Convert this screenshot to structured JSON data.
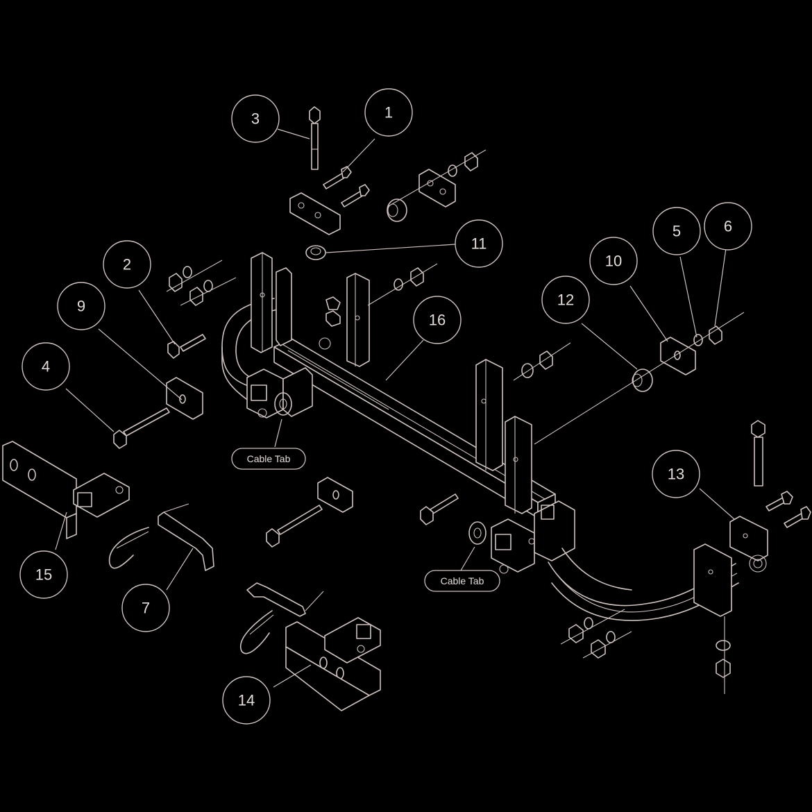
{
  "balloons": [
    {
      "id": "b1",
      "label": "1"
    },
    {
      "id": "b2",
      "label": "2"
    },
    {
      "id": "b3",
      "label": "3"
    },
    {
      "id": "b4",
      "label": "4"
    },
    {
      "id": "b5",
      "label": "5"
    },
    {
      "id": "b6",
      "label": "6"
    },
    {
      "id": "b7",
      "label": "7"
    },
    {
      "id": "b9",
      "label": "9"
    },
    {
      "id": "b10",
      "label": "10"
    },
    {
      "id": "b11",
      "label": "11"
    },
    {
      "id": "b12",
      "label": "12"
    },
    {
      "id": "b13",
      "label": "13"
    },
    {
      "id": "b14",
      "label": "14"
    },
    {
      "id": "b15",
      "label": "15"
    },
    {
      "id": "b16",
      "label": "16"
    }
  ],
  "tags": [
    {
      "id": "t1",
      "label": "Cable Tab"
    },
    {
      "id": "t2",
      "label": "Cable Tab"
    }
  ],
  "colors": {
    "background": "#000000",
    "line": "#cfc3c0",
    "text": "#e4dcd9"
  }
}
